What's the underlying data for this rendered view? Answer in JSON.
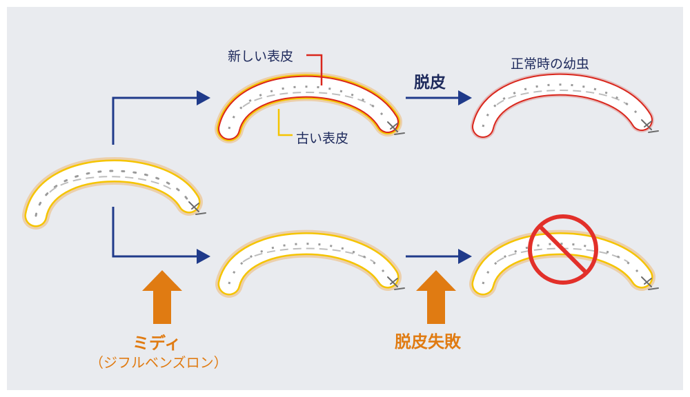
{
  "labels": {
    "new_cuticle": "新しい表皮",
    "old_cuticle": "古い表皮",
    "molting": "脱皮",
    "normal_larva": "正常時の幼虫",
    "product_name": "ミディ",
    "product_ingredient": "（ジフルベンズロン）",
    "molt_failure": "脱皮失敗"
  },
  "colors": {
    "panel_bg": "#e9ebef",
    "arrow_navy": "#1f3a8a",
    "text_navy": "#1e2a5c",
    "accent_orange": "#e07b12",
    "new_cuticle_red": "#d9261c",
    "old_cuticle_yellow": "#f5c400",
    "prohibit_red": "#e2302a",
    "glow_orange": "#f39c2a"
  },
  "icons": {
    "larva": "larva-icon",
    "prohibit": "prohibited-icon",
    "up_arrow": "up-arrow-icon"
  }
}
